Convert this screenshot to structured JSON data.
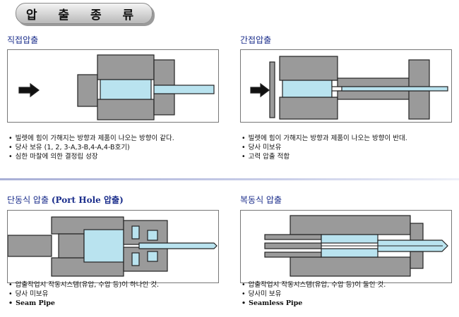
{
  "header": {
    "title": "압 출 종 류"
  },
  "sections": [
    {
      "title": "직접압출",
      "notes": [
        "빌렛에 힘이 가해지는 방향과 제품이 나오는 방향이 같다.",
        "당사 보유 (1, 2, 3-A,3-B,4-A,4-B호기)",
        "심한 마찰에 의한 결정립 성장"
      ]
    },
    {
      "title": "간접압출",
      "notes": [
        "빌렛에 힘이 가해지는 방향과 제품이 나오는 방향이 반대.",
        "당사 미보유",
        "고력 압출 적합"
      ]
    },
    {
      "title": "단동식 압출",
      "title_en": "(Port Hole 압출)",
      "notes": [
        "압출작업시 작동시스템(유압, 수압 등)이 하나인 것.",
        "당사 미보유",
        "Seam Pipe"
      ]
    },
    {
      "title": "복동식 압출",
      "notes": [
        "압출작업시 작동시스템(유압, 수압 등)이 둘인 것.",
        "당사미 보유",
        "Seamless Pipe"
      ]
    }
  ],
  "colors": {
    "die": "#9a9a9a",
    "billet": "#b9e3ef",
    "outline": "#222222",
    "title_text": "#1c2f8c"
  }
}
